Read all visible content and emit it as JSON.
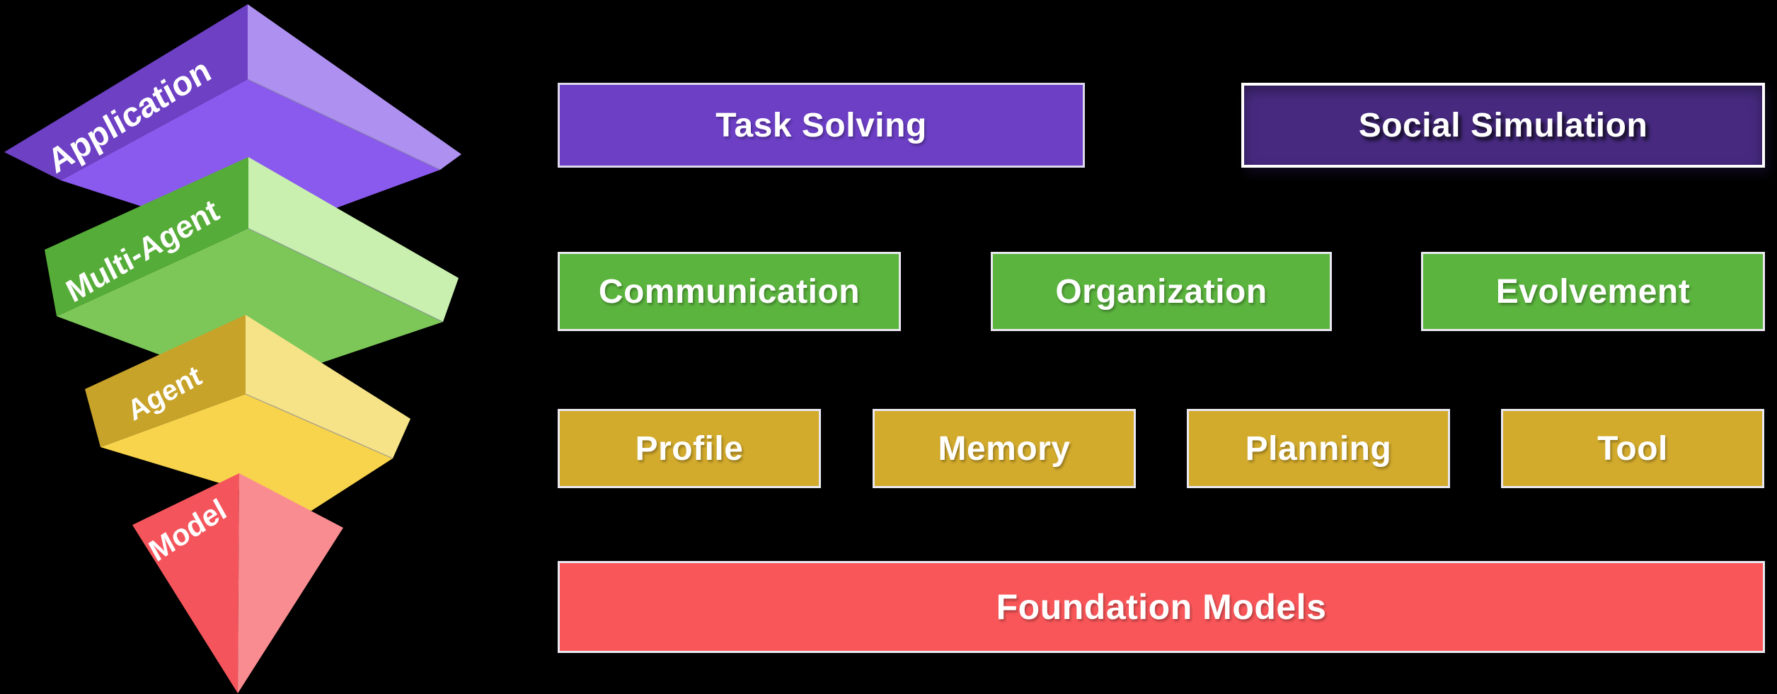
{
  "figure": {
    "background": "#000000",
    "pyramid": {
      "layers": [
        {
          "label": "Application",
          "dark": "#6D40C4",
          "light": "#AE90F0",
          "mid": "#8A5AEE"
        },
        {
          "label": "Multi-Agent",
          "dark": "#55AC38",
          "light": "#C9F0AE",
          "mid": "#7CC758"
        },
        {
          "label": "Agent",
          "dark": "#C7A32A",
          "light": "#F6E388",
          "mid": "#F7D44C"
        },
        {
          "label": "Model",
          "dark": "#F4545B",
          "light": "#F98C90"
        }
      ]
    },
    "rows": [
      {
        "tier": "Application",
        "boxes": [
          {
            "label": "Task Solving",
            "bg": "#6C3FC5"
          },
          {
            "label": "Social Simulation",
            "bg": "#472A80"
          }
        ]
      },
      {
        "tier": "Multi-Agent",
        "boxes": [
          {
            "label": "Communication",
            "bg": "#5BB43E"
          },
          {
            "label": "Organization",
            "bg": "#5BB43E"
          },
          {
            "label": "Evolvement",
            "bg": "#5BB43E"
          }
        ]
      },
      {
        "tier": "Agent",
        "boxes": [
          {
            "label": "Profile",
            "bg": "#D2AA2C"
          },
          {
            "label": "Memory",
            "bg": "#D2AA2C"
          },
          {
            "label": "Planning",
            "bg": "#D2AA2C"
          },
          {
            "label": "Tool",
            "bg": "#D2AA2C"
          }
        ]
      },
      {
        "tier": "Model",
        "boxes": [
          {
            "label": "Foundation Models",
            "bg": "#F95659"
          }
        ]
      }
    ]
  }
}
